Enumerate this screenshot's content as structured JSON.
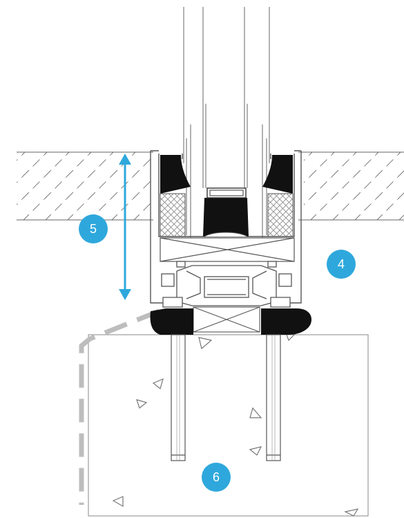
{
  "colors": {
    "marker": "#2ea8dc",
    "arrow": "#2ea8dc",
    "line": "#555555",
    "fill_dark": "#111111",
    "dashed_outline": "#bdbdbd"
  },
  "markers": [
    {
      "id": "marker-5",
      "label": "5"
    },
    {
      "id": "marker-4",
      "label": "4"
    },
    {
      "id": "marker-6",
      "label": "6"
    }
  ]
}
